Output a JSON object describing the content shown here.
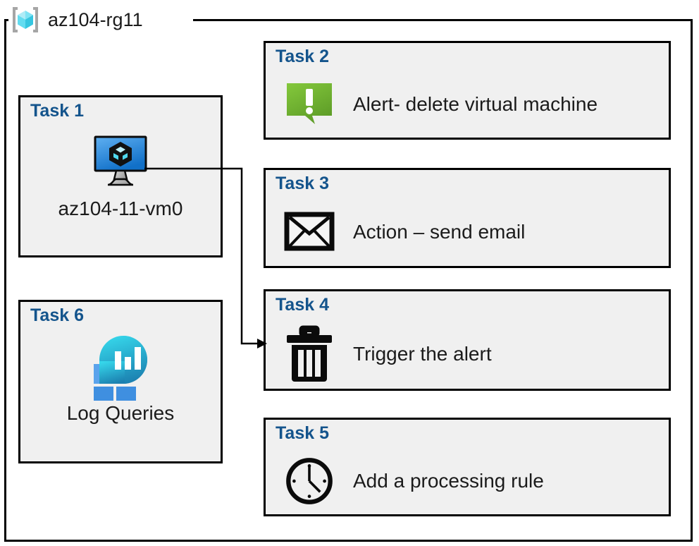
{
  "diagram": {
    "container": {
      "label": "az104-rg11",
      "icon": "azure-resource-group-icon"
    },
    "colors": {
      "card_fill": "#f0f0f0",
      "card_border": "#000000",
      "task_title": "#14548c",
      "alert_green_light": "#7ac143",
      "alert_green_dark": "#5f9e28",
      "vm_blue_light": "#4ea3ef",
      "vm_blue_dark": "#1b72c4",
      "cube_cyan_light": "#aeecf7",
      "cube_cyan_mid": "#4fd9ef",
      "cube_cyan_dark": "#35c6e0",
      "bracket_gray": "#a6a6a6",
      "log_square_blue": "#3f8fe0",
      "log_square_blue_light": "#5aa3ec",
      "log_circle_top": "#32cde0",
      "log_circle_bottom": "#1f84b2",
      "text": "#1b1b1b",
      "connector": "#000000"
    },
    "cards": [
      {
        "id": "task-1",
        "title": "Task 1",
        "label": "az104-11-vm0",
        "icon": "azure-virtual-machine-icon",
        "column": "left"
      },
      {
        "id": "task-2",
        "title": "Task 2",
        "label": "Alert- delete virtual machine",
        "icon": "alert-bubble-icon",
        "column": "right"
      },
      {
        "id": "task-3",
        "title": "Task 3",
        "label": "Action – send email",
        "icon": "envelope-icon",
        "column": "right"
      },
      {
        "id": "task-4",
        "title": "Task 4",
        "label": "Trigger the alert",
        "icon": "trash-can-icon",
        "column": "right"
      },
      {
        "id": "task-5",
        "title": "Task 5",
        "label": "Add a processing rule",
        "icon": "clock-icon",
        "column": "right"
      },
      {
        "id": "task-6",
        "title": "Task 6",
        "label": "Log Queries",
        "icon": "log-analytics-icon",
        "column": "left"
      }
    ],
    "connector": {
      "from": "task-1",
      "to": "task-4",
      "arrow": "arrowhead-right"
    }
  }
}
